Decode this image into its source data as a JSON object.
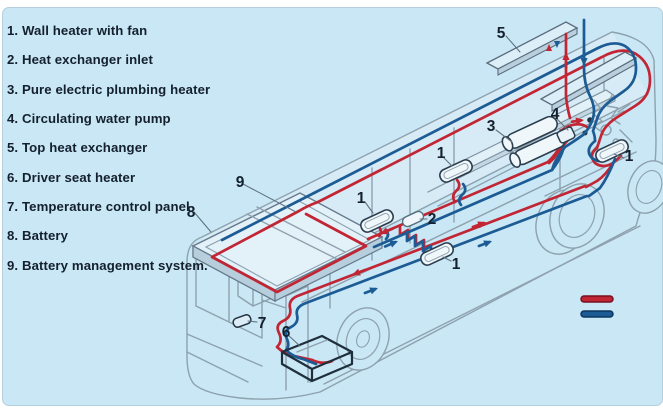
{
  "palette": {
    "page_bg": "#ffffff",
    "panel_bg": "#c9e7f5",
    "bus_outline": "#8ea1ae",
    "component_outline": "#2c3e4e",
    "hot_line": "#c22533",
    "cold_line": "#1c5b94",
    "text_color": "#14202e"
  },
  "legend_list": {
    "items": [
      "1. Wall heater with fan",
      "2. Heat exchanger inlet",
      "3. Pure electric plumbing heater",
      "4. Circulating water pump",
      "5. Top heat exchanger",
      "6. Driver seat heater",
      "7. Temperature control panel",
      "8. Battery",
      "9. Battery management system."
    ]
  },
  "diagram": {
    "markers": [
      {
        "label": "5",
        "name": "top-heat-exchanger"
      },
      {
        "label": "4",
        "name": "circulating-water-pump"
      },
      {
        "label": "3",
        "name": "pure-electric-plumbing-heater"
      },
      {
        "label": "1",
        "name": "wall-heater-rear-right"
      },
      {
        "label": "1",
        "name": "wall-heater-mid-upper"
      },
      {
        "label": "1",
        "name": "wall-heater-mid-left"
      },
      {
        "label": "2",
        "name": "heat-exchanger-inlet"
      },
      {
        "label": "1",
        "name": "wall-heater-lower"
      },
      {
        "label": "9",
        "name": "battery-management-system"
      },
      {
        "label": "8",
        "name": "battery"
      },
      {
        "label": "7",
        "name": "temperature-control-panel"
      },
      {
        "label": "6",
        "name": "driver-seat-heater"
      }
    ],
    "flow_legend": {
      "hot_color": "#c22533",
      "cold_color": "#1c5b94",
      "hot_name": "hot-water-flow-swatch",
      "cold_name": "return-water-flow-swatch"
    }
  }
}
